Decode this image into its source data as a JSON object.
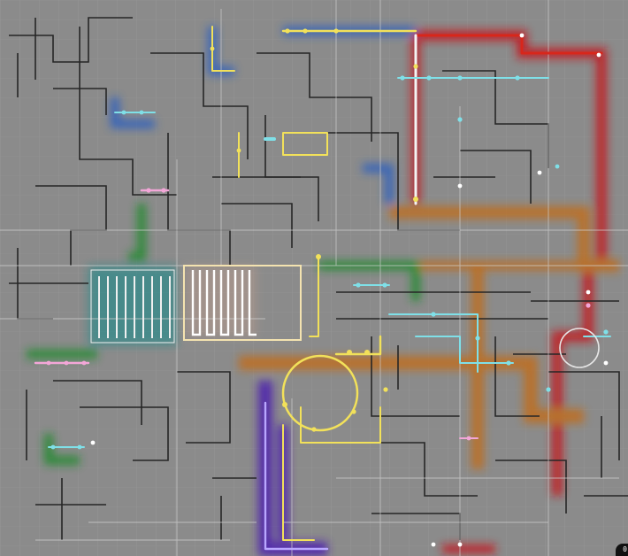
{
  "game": {
    "type": "transit-network-puzzle",
    "corner_badge": "0"
  },
  "colors": {
    "background": "#8b8b8b",
    "grid_thin": "#b4b4b4",
    "track_dark": "#2a2a2a",
    "track_white": "#f0f0f0",
    "line_red": "#b3161b",
    "line_orange": "#b8691a",
    "line_purple": "#4a1fa0",
    "line_blue": "#2a5fb5",
    "line_green": "#1e7a2a",
    "line_teal": "#1f8a8a",
    "node_cyan": "#7fe0e8",
    "node_yellow": "#f2e15a",
    "node_pink": "#f3a6d8",
    "node_white": "#ffffff"
  },
  "icons": [
    "station-node",
    "track-segment",
    "corner-badge"
  ]
}
